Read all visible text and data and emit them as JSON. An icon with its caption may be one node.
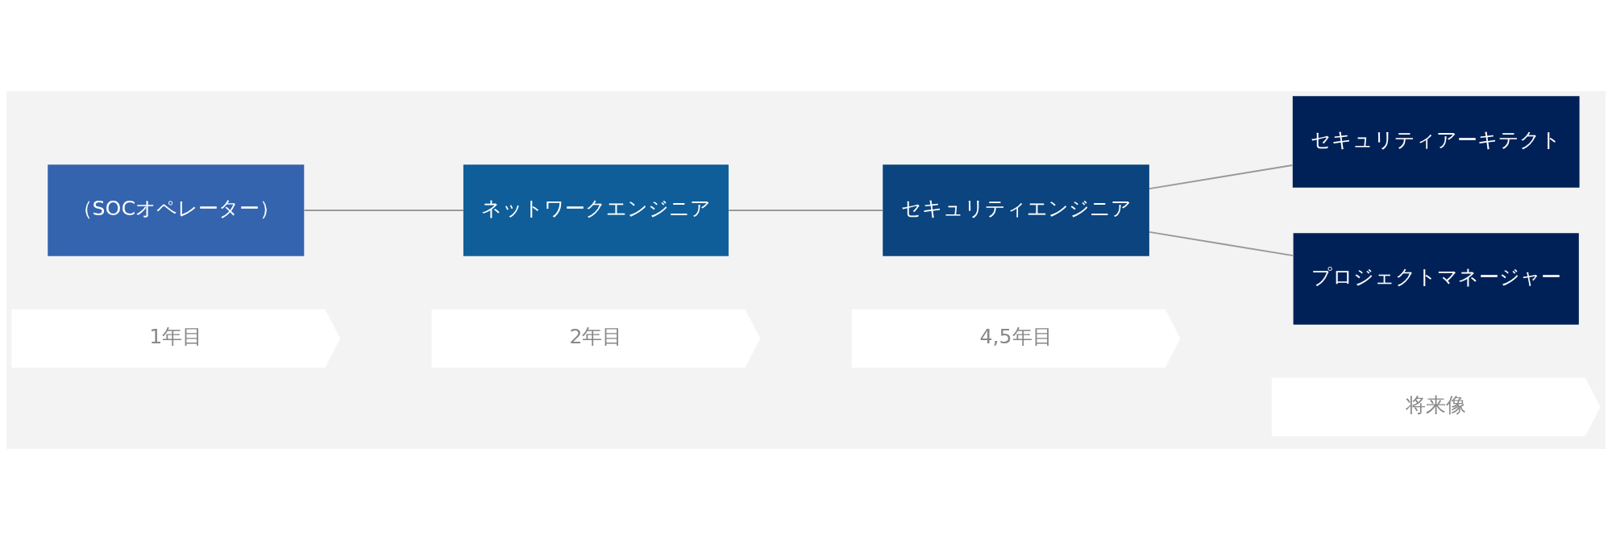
{
  "diagram": {
    "nodes": [
      {
        "text": [
          "1年目"
        ]
      },
      {
        "text": [
          "2年目"
        ]
      },
      {
        "text": [
          "4,5年目"
        ]
      },
      {
        "text": [
          "将来像"
        ]
      },
      {
        "text": [
          "（SOCオペレーター）"
        ]
      },
      {
        "text": [
          "ネットワークエンジニア"
        ]
      },
      {
        "text": [
          "セキュリティエンジニア"
        ]
      },
      {
        "text": [
          "セキュリティアーキテクト"
        ]
      },
      {
        "text": [
          "プロジェクトマネージャー"
        ]
      }
    ],
    "edges": [
      {
        "from": 4,
        "to": 5,
        "arrow": "none"
      },
      {
        "from": 5,
        "to": 6,
        "arrow": "none"
      },
      {
        "from": 6,
        "to": 7,
        "arrow": "none"
      },
      {
        "from": 6,
        "to": 8,
        "arrow": "none"
      }
    ]
  }
}
